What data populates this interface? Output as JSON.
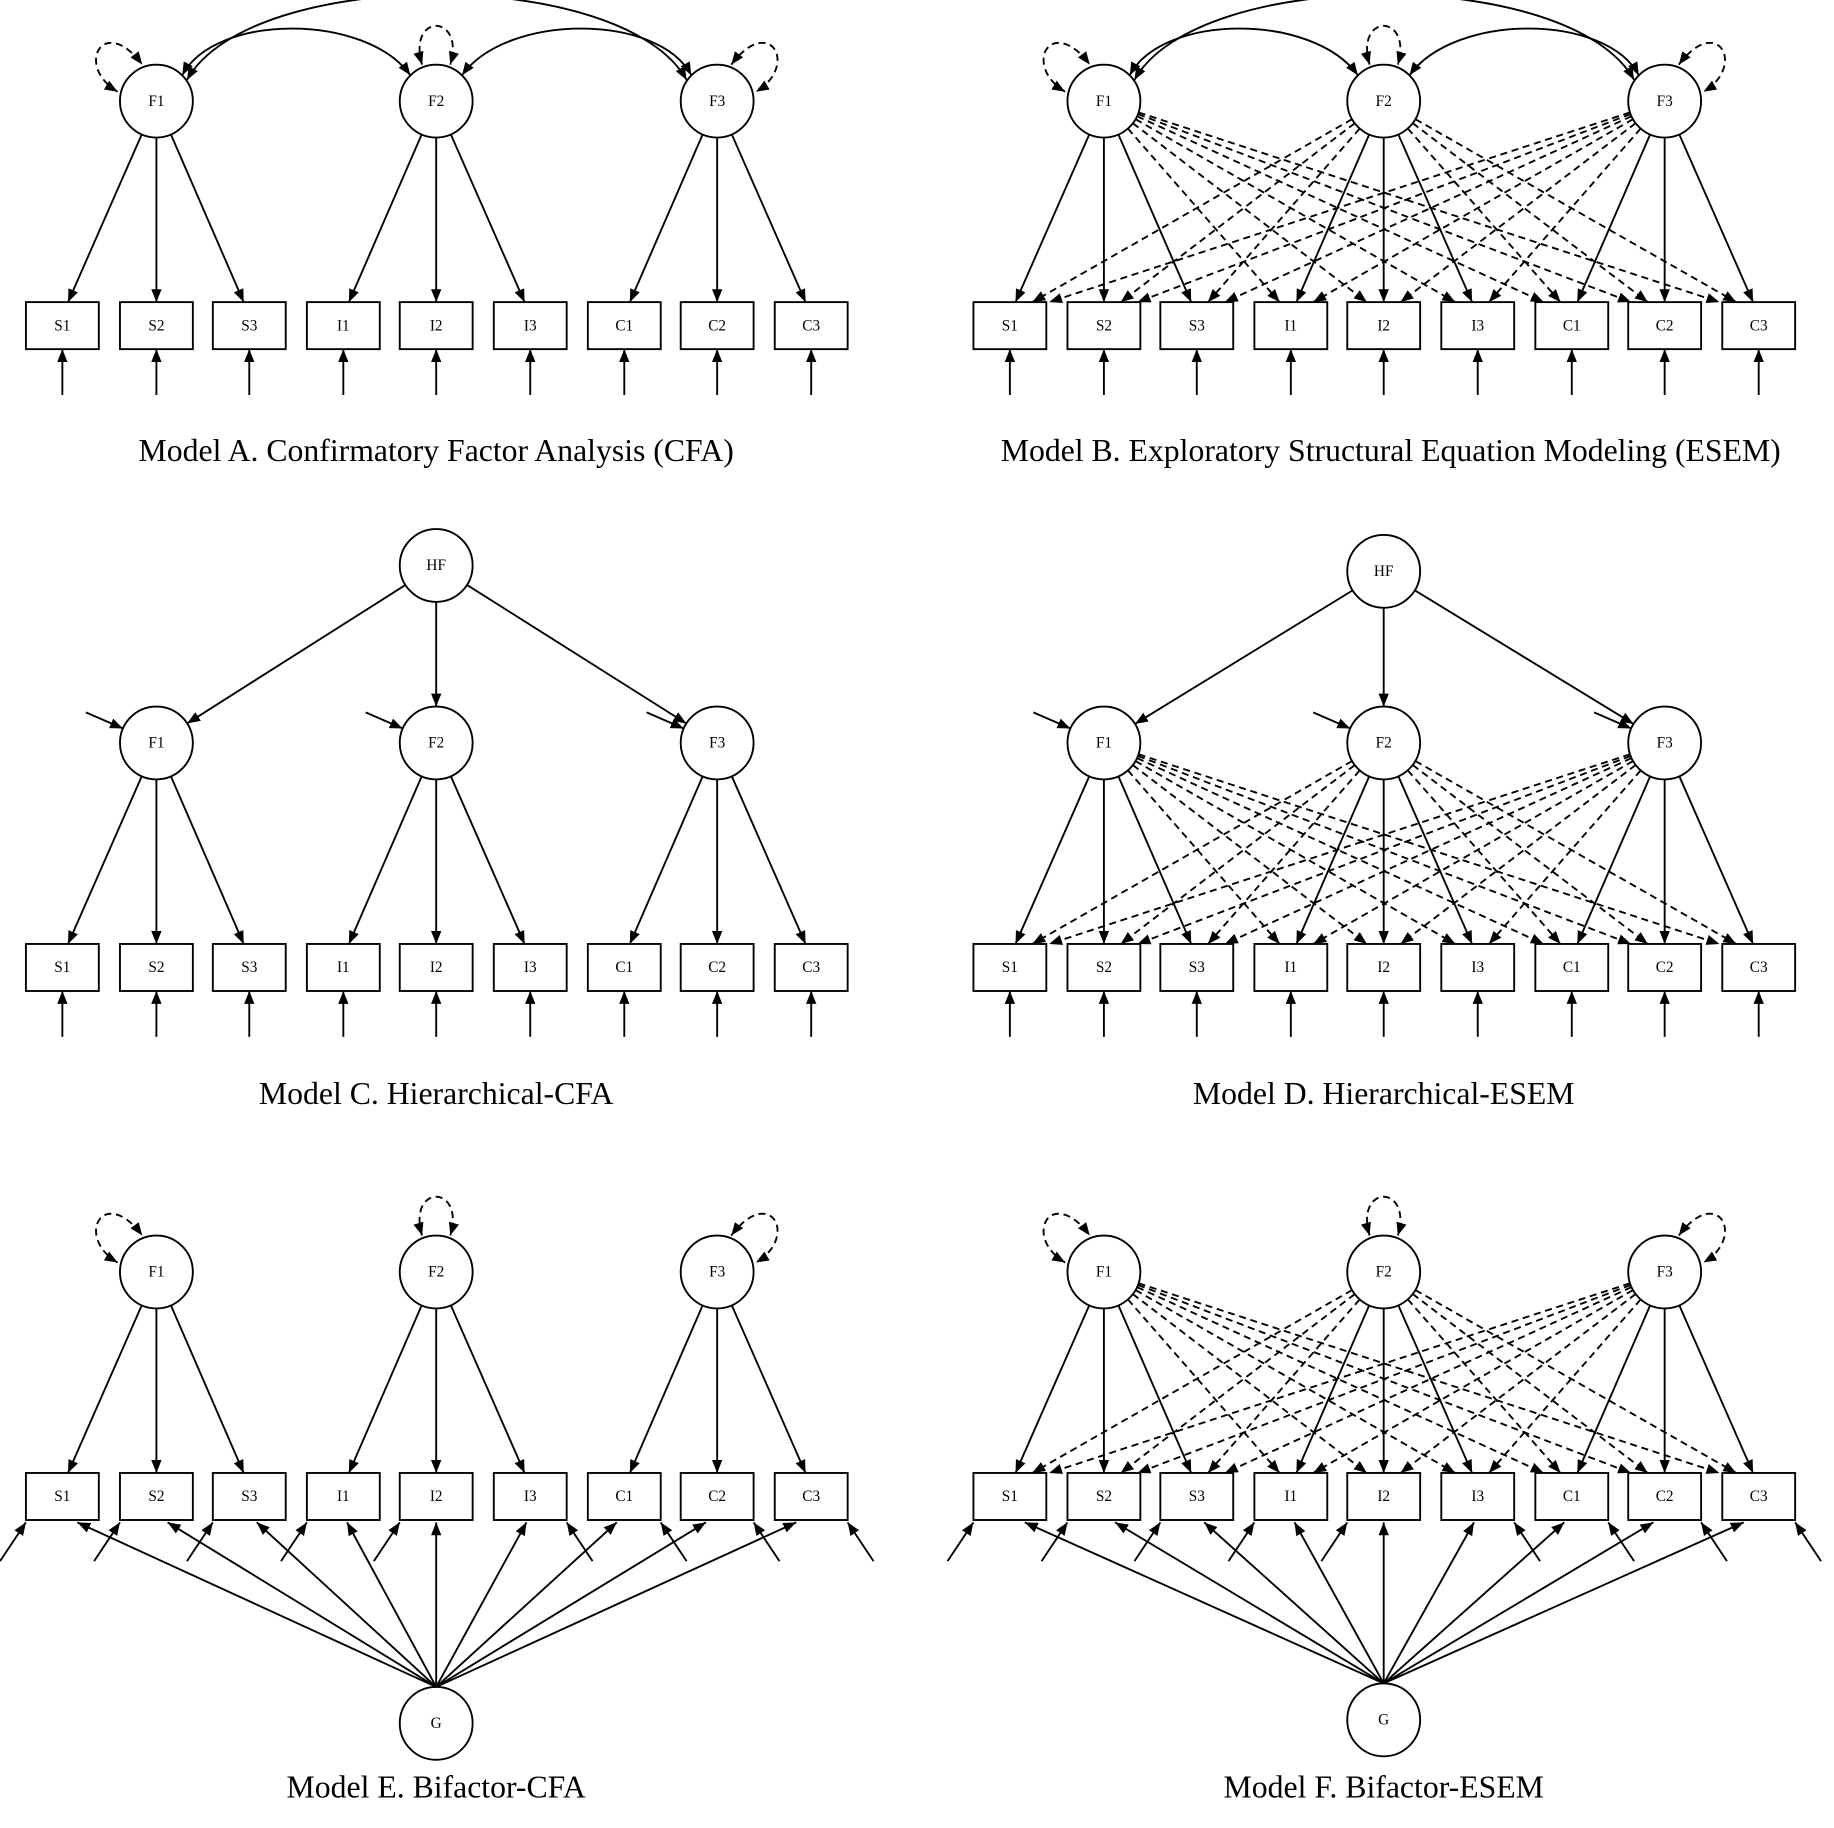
{
  "factors": [
    "F1",
    "F2",
    "F3"
  ],
  "indicators": [
    "S1",
    "S2",
    "S3",
    "I1",
    "I2",
    "I3",
    "C1",
    "C2",
    "C3"
  ],
  "higher_factor": "HF",
  "general_factor": "G",
  "models": [
    {
      "id": "A",
      "caption": "Model A. Confirmatory Factor Analysis (CFA)",
      "type": "cfa"
    },
    {
      "id": "B",
      "caption": "Model B. Exploratory Structural Equation Modeling (ESEM)",
      "type": "esem"
    },
    {
      "id": "C",
      "caption": "Model C. Hierarchical-CFA",
      "type": "hcfa"
    },
    {
      "id": "D",
      "caption": "Model D. Hierarchical-ESEM",
      "type": "hesem"
    },
    {
      "id": "E",
      "caption": "Model E. Bifactor-CFA",
      "type": "bcfa"
    },
    {
      "id": "F",
      "caption": "Model F. Bifactor-ESEM",
      "type": "besem"
    }
  ]
}
